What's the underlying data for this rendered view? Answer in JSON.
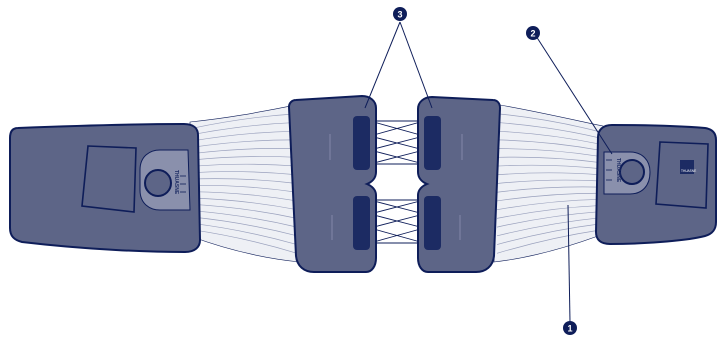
{
  "callouts": [
    {
      "id": "1",
      "label": "1"
    },
    {
      "id": "2",
      "label": "2"
    },
    {
      "id": "3",
      "label": "3"
    }
  ],
  "brand": {
    "tab_text": "THUASNE",
    "logo_text": "THUASNE"
  },
  "colors": {
    "outline": "#0e1d59",
    "panel_fill": "#5d6587",
    "band_fill": "#eef0f5",
    "band_line": "#9aa1bd",
    "grip": "#1c2b63",
    "callout_fill": "#0e1d59"
  }
}
